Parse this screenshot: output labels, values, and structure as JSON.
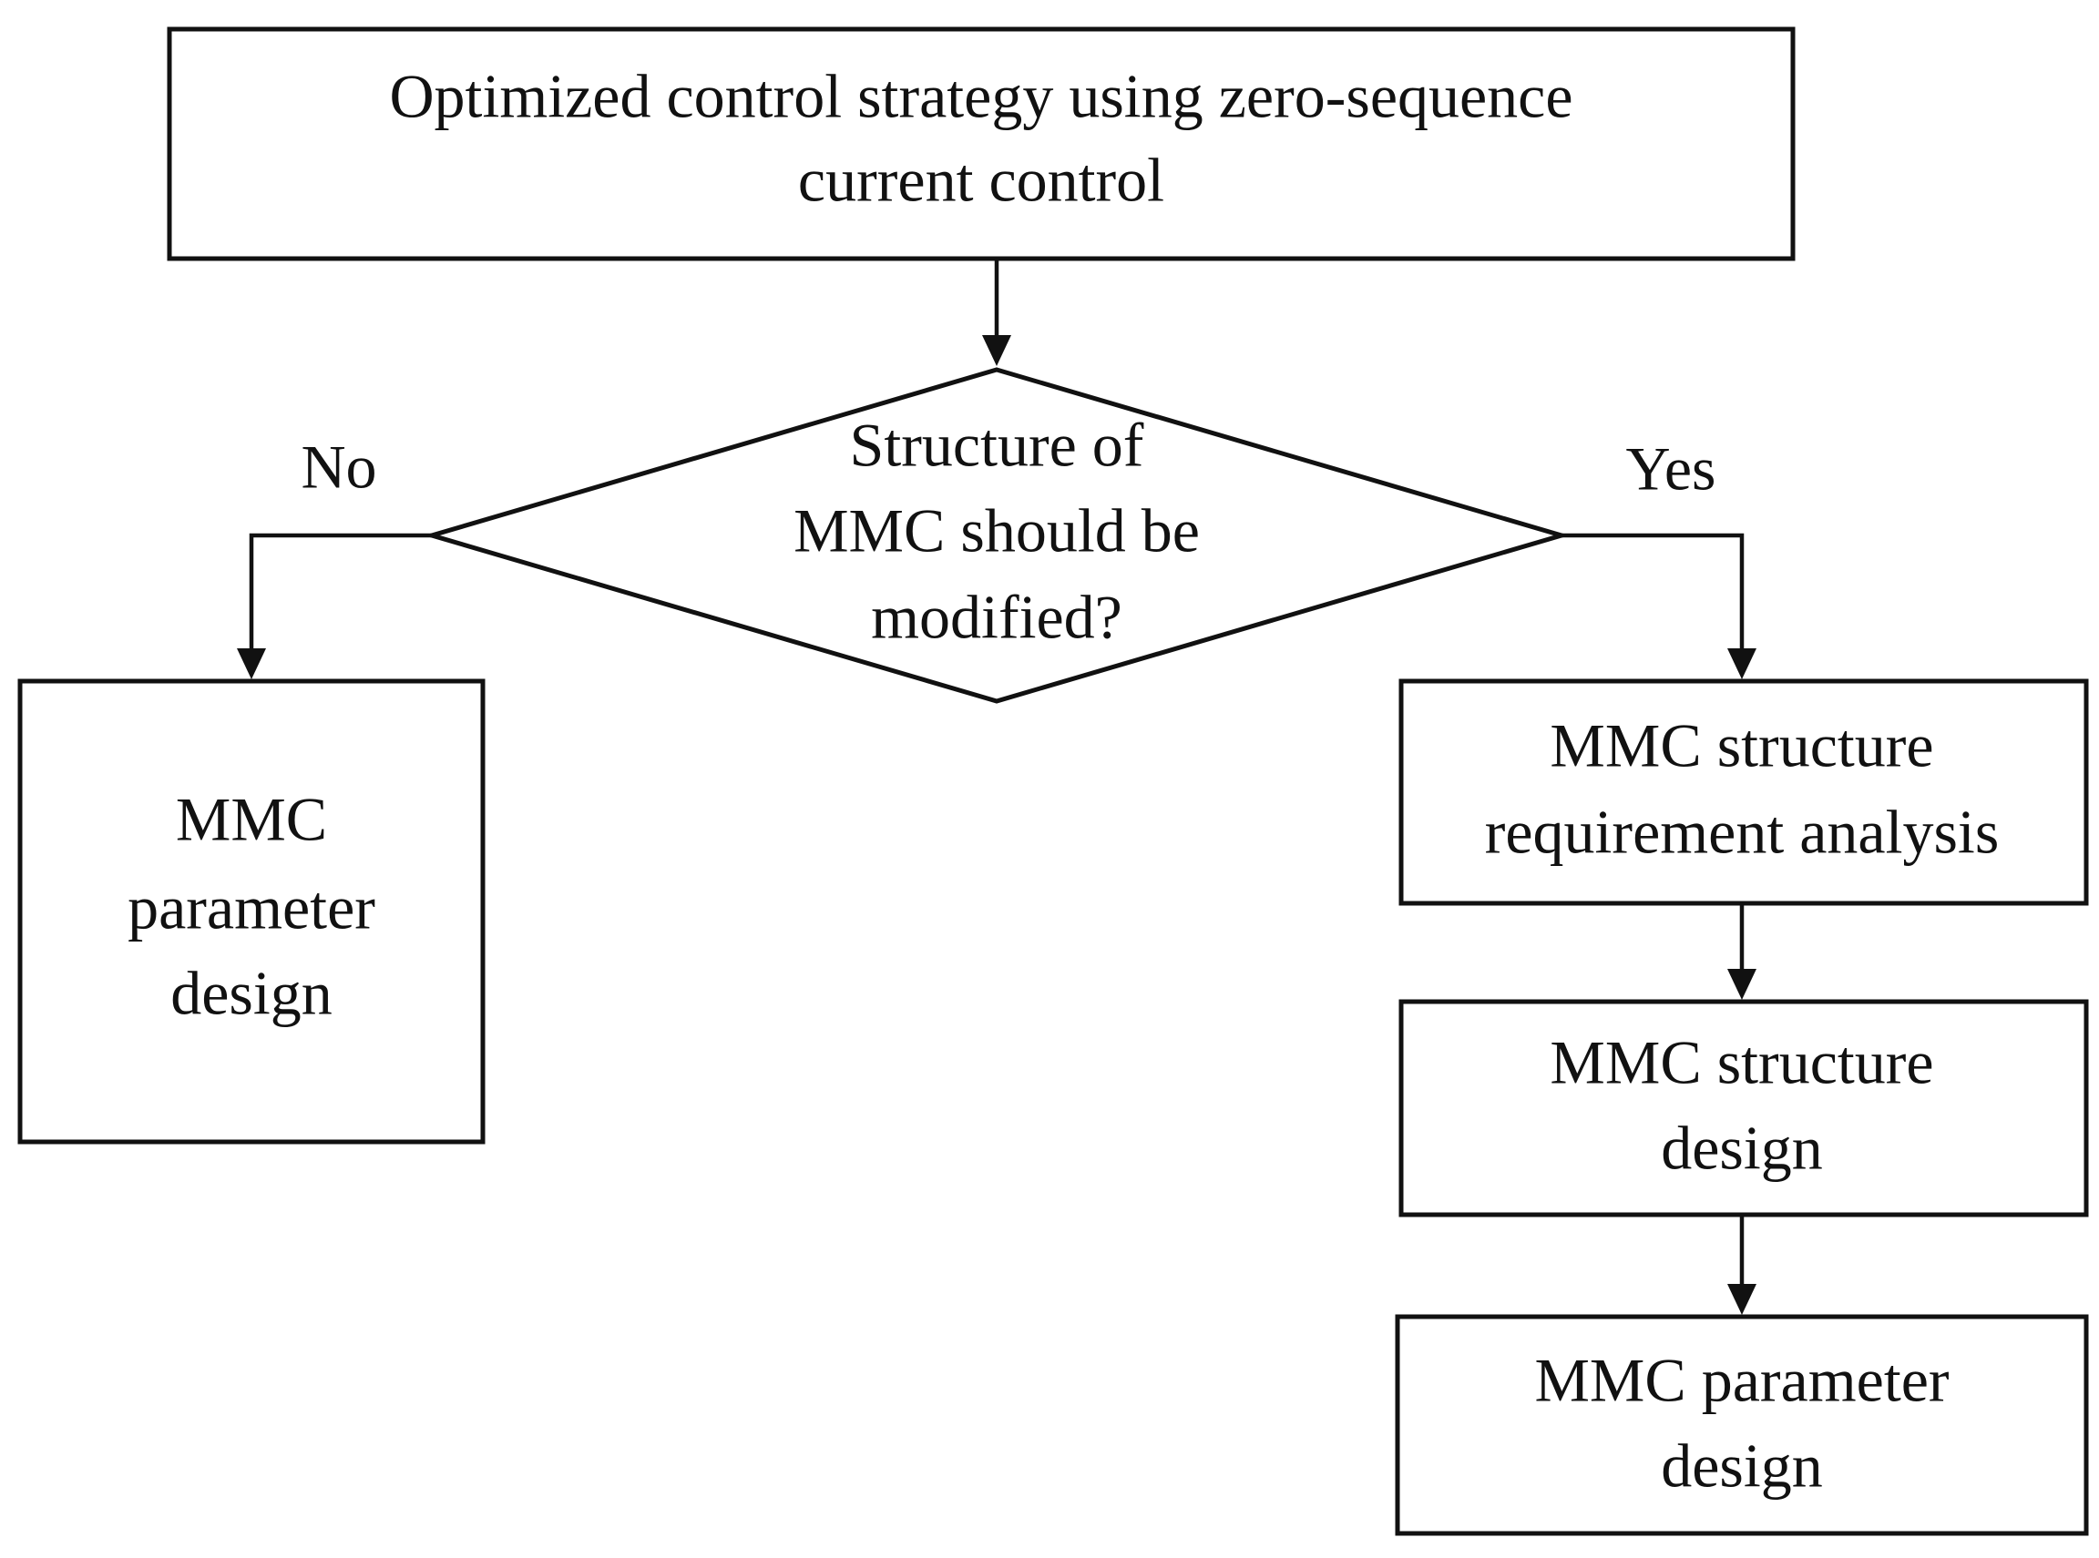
{
  "diagram": {
    "nodes": {
      "start": {
        "lines": [
          "Optimized control strategy using zero-sequence",
          "current control"
        ]
      },
      "decision": {
        "lines": [
          "Structure of",
          "MMC should be",
          "modified?"
        ]
      },
      "left_design": {
        "lines": [
          "MMC",
          "parameter",
          "design"
        ]
      },
      "req_analysis": {
        "lines": [
          "MMC structure",
          "requirement analysis"
        ]
      },
      "struct_design": {
        "lines": [
          "MMC structure",
          "design"
        ]
      },
      "param_design": {
        "lines": [
          "MMC parameter",
          "design"
        ]
      }
    },
    "edges": {
      "no_label": "No",
      "yes_label": "Yes"
    }
  }
}
